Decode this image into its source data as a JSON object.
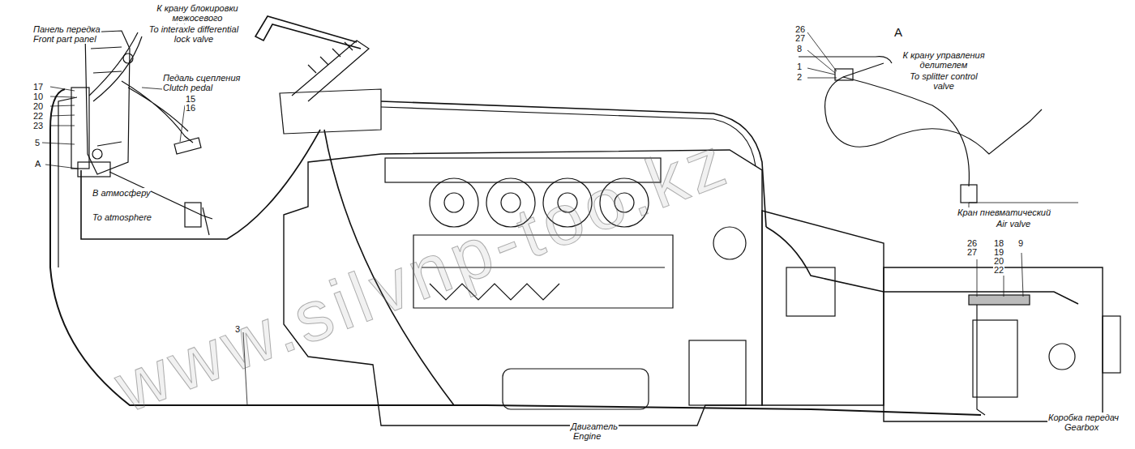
{
  "diagram": {
    "labels": [
      "Панель передка",
      "Front part panel",
      "К крану блокировки межосевого дифференциала",
      "To interaxle differential lock valve",
      "Педаль сцепления",
      "Clutch pedal",
      "15",
      "16",
      "17",
      "10",
      "20",
      "22",
      "23",
      "5",
      "А",
      "В атмосферу",
      "To atmosphere",
      "3",
      "A",
      "26",
      "27",
      "8",
      "1",
      "2",
      "К крану управления делителем",
      "To splitter control valve",
      "Кран пневматический",
      "Air valve",
      "26",
      "27",
      "18",
      "19",
      "20",
      "22",
      "9",
      "Коробка передач",
      "Gearbox",
      "Двигатель",
      "Engine",
      "www.silvnp-too.kz"
    ]
  }
}
